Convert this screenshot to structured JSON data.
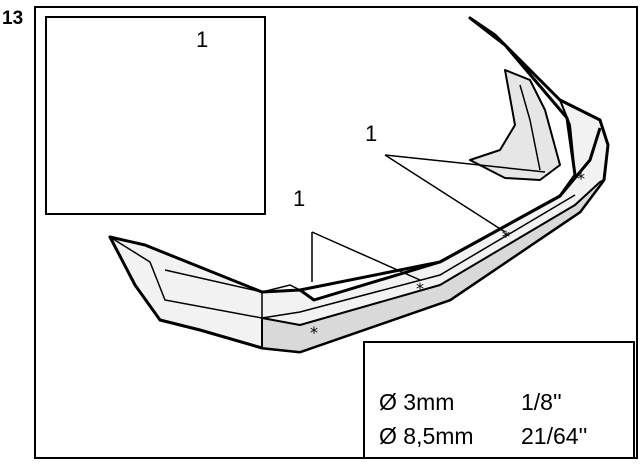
{
  "step_number": "13",
  "inset": {
    "label": "1"
  },
  "callouts": [
    {
      "text": "1"
    },
    {
      "text": "1"
    }
  ],
  "drill_specs": {
    "icon": "drill-bit-icon",
    "rows": [
      {
        "diameter": "Ø 3mm",
        "imperial": "1/8''"
      },
      {
        "diameter": "Ø 8,5mm",
        "imperial": "21/64''"
      }
    ]
  },
  "colors": {
    "line": "#000000",
    "bumper_strip": "#d9d9d9",
    "bumper_body": "#f2f2f2"
  }
}
